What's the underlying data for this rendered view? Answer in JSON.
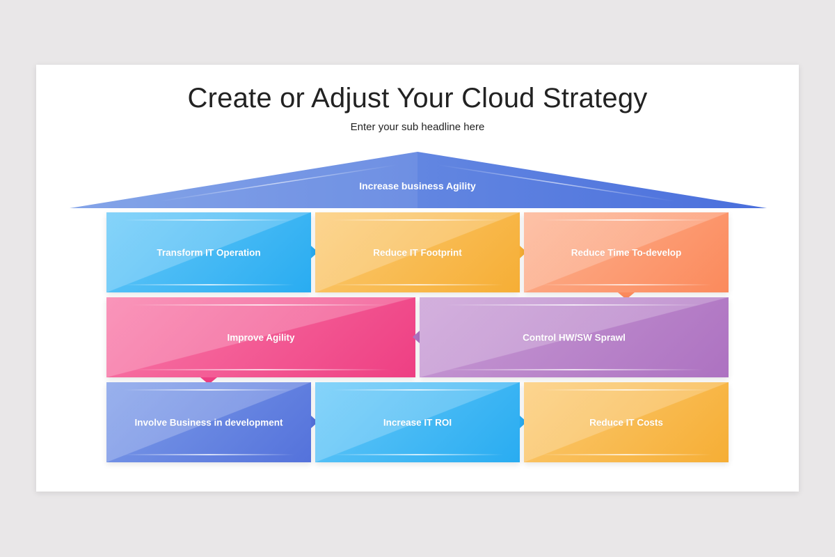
{
  "slide": {
    "title": "Create or Adjust Your Cloud Strategy",
    "subtitle": "Enter your sub headline here"
  },
  "roof": {
    "label": "Increase business Agility",
    "color_left": "#6b95e6",
    "color_right": "#4a71de"
  },
  "rows": [
    [
      {
        "label": "Transform IT Operation",
        "color": "blue"
      },
      {
        "label": "Reduce IT Footprint",
        "color": "yellow"
      },
      {
        "label": "Reduce Time To-develop",
        "color": "orange"
      }
    ],
    [
      {
        "label": "Improve Agility",
        "color": "pink"
      },
      {
        "label": "Control HW/SW Sprawl",
        "color": "purple"
      }
    ],
    [
      {
        "label": "Involve Business in development",
        "color": "indigo"
      },
      {
        "label": "Increase IT ROI",
        "color": "blue"
      },
      {
        "label": "Reduce IT Costs",
        "color": "yellow"
      }
    ]
  ],
  "colors": {
    "blue": "#29acf1",
    "yellow": "#f6ae35",
    "orange": "#fb8a5c",
    "pink": "#ee3f83",
    "purple": "#ad72c1",
    "indigo": "#5472db"
  }
}
